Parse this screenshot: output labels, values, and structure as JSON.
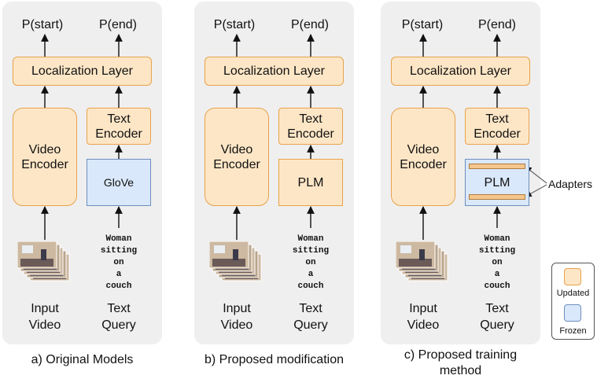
{
  "outputs": {
    "start": "P(start)",
    "end": "P(end)"
  },
  "localization_layer": "Localization Layer",
  "video_encoder": "Video\nEncoder",
  "text_encoder": "Text\nEncoder",
  "glove": "GloVe",
  "plm": "PLM",
  "query_text": "Woman\nsitting\non\na\ncouch",
  "input_video_label": "Input\nVideo",
  "text_query_label": "Text\nQuery",
  "adapters_label": "Adapters",
  "captions": {
    "a": "a) Original Models",
    "b": "b) Proposed modification",
    "c": "c) Proposed training\nmethod"
  },
  "legend": {
    "updated": "Updated",
    "frozen": "Frozen"
  },
  "colors": {
    "updated_fill": "#fde6c6",
    "updated_border": "#e8a24b",
    "frozen_fill": "#dae8fb",
    "frozen_border": "#6c8ebf",
    "panel_bg": "#efefef"
  },
  "icons": {
    "video_frames": "stacked-video-frames-icon"
  }
}
